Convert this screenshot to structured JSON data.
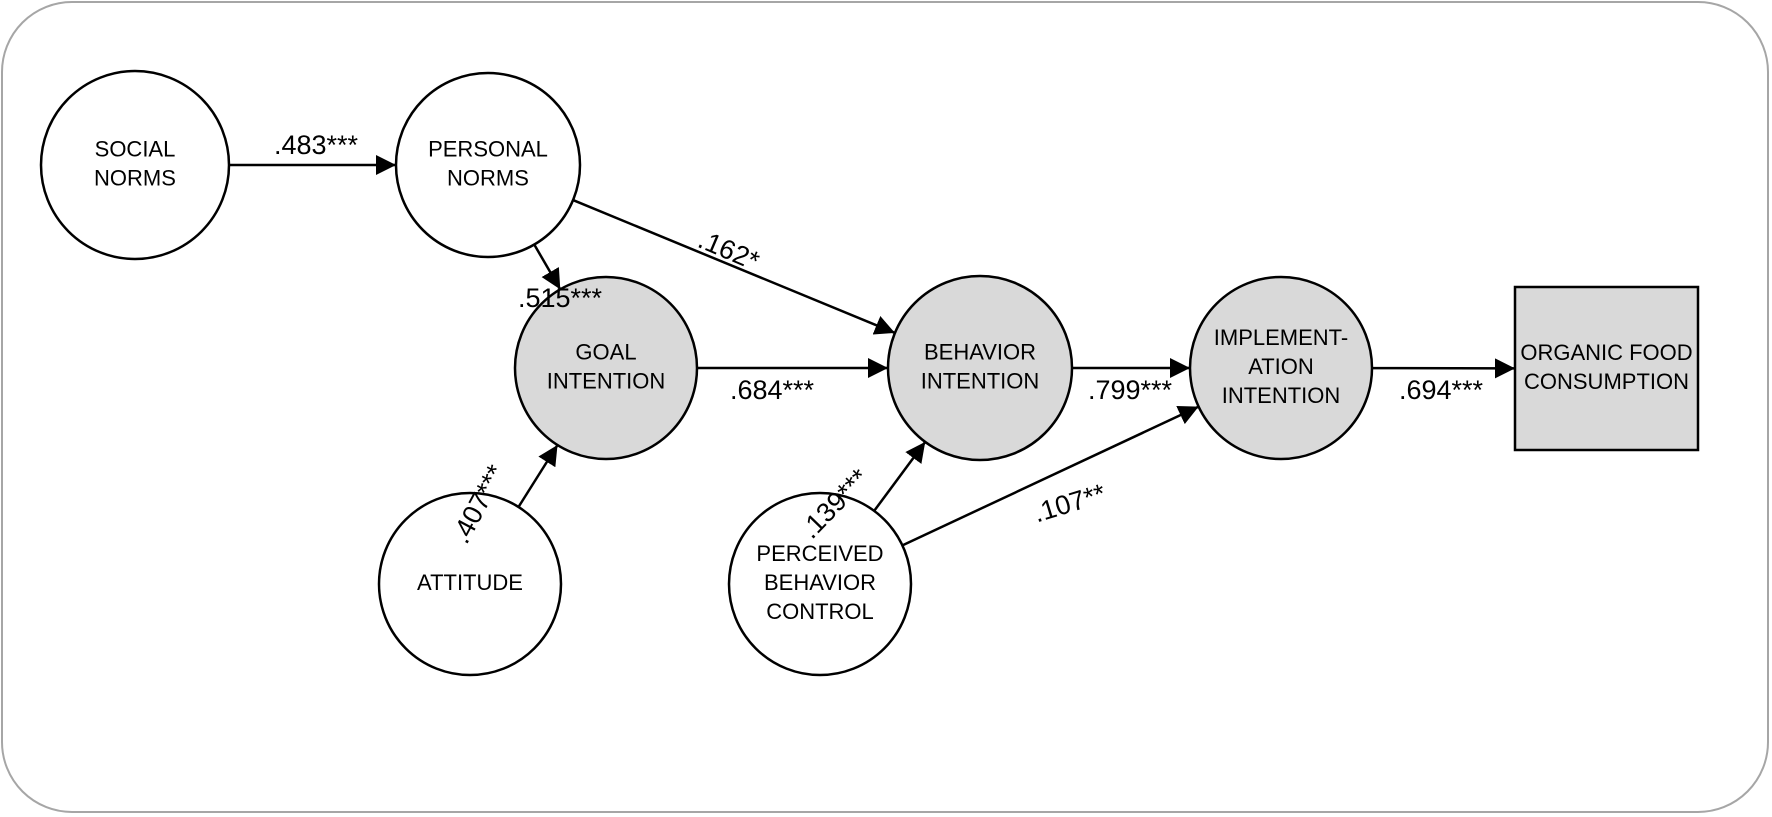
{
  "diagram": {
    "nodes": [
      {
        "id": "social_norms",
        "shape": "circle",
        "fill": "#ffffff",
        "lines": [
          "SOCIAL",
          "NORMS"
        ]
      },
      {
        "id": "personal_norms",
        "shape": "circle",
        "fill": "#ffffff",
        "lines": [
          "PERSONAL",
          "NORMS"
        ]
      },
      {
        "id": "goal_intention",
        "shape": "circle",
        "fill": "#d9d9d9",
        "lines": [
          "GOAL",
          "INTENTION"
        ]
      },
      {
        "id": "attitude",
        "shape": "circle",
        "fill": "#ffffff",
        "lines": [
          "ATTITUDE"
        ]
      },
      {
        "id": "behavior_intention",
        "shape": "circle",
        "fill": "#d9d9d9",
        "lines": [
          "BEHAVIOR",
          "INTENTION"
        ]
      },
      {
        "id": "perceived_behavior_control",
        "shape": "circle",
        "fill": "#ffffff",
        "lines": [
          "PERCEIVED",
          "BEHAVIOR",
          "CONTROL"
        ]
      },
      {
        "id": "implementation_intention",
        "shape": "circle",
        "fill": "#d9d9d9",
        "lines": [
          "IMPLEMENT-",
          "ATION",
          "INTENTION"
        ]
      },
      {
        "id": "organic_food_consumption",
        "shape": "rect",
        "fill": "#d9d9d9",
        "lines": [
          "ORGANIC FOOD",
          "CONSUMPTION"
        ]
      }
    ],
    "edges": [
      {
        "from": "social_norms",
        "to": "personal_norms",
        "label": ".483***"
      },
      {
        "from": "personal_norms",
        "to": "behavior_intention",
        "label": ".162*"
      },
      {
        "from": "personal_norms",
        "to": "goal_intention",
        "label": ".515***"
      },
      {
        "from": "goal_intention",
        "to": "behavior_intention",
        "label": ".684***"
      },
      {
        "from": "attitude",
        "to": "goal_intention",
        "label": ".407***"
      },
      {
        "from": "behavior_intention",
        "to": "implementation_intention",
        "label": ".799***"
      },
      {
        "from": "perceived_behavior_control",
        "to": "behavior_intention",
        "label": ".139***"
      },
      {
        "from": "perceived_behavior_control",
        "to": "implementation_intention",
        "label": ".107**"
      },
      {
        "from": "implementation_intention",
        "to": "organic_food_consumption",
        "label": ".694***"
      }
    ],
    "colors": {
      "stroke": "#000000",
      "shaded_fill": "#d9d9d9",
      "frame": "#a6a6a6"
    }
  }
}
